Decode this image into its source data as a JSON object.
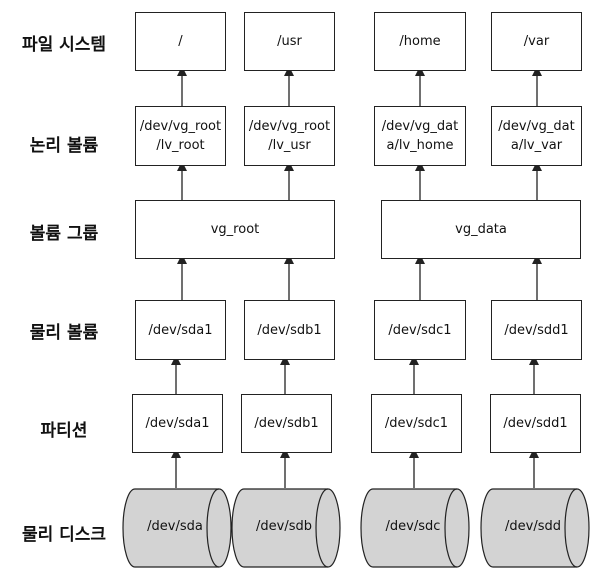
{
  "rows": {
    "filesystem": "파일 시스템",
    "logical_volume": "논리 볼륨",
    "volume_group": "볼륨 그룹",
    "physical_volume": "물리 볼륨",
    "partition": "파티션",
    "physical_disk": "물리 디스크"
  },
  "filesystems": [
    "/",
    "/usr",
    "/home",
    "/var"
  ],
  "logical_volumes": [
    "/dev/vg_root\n/lv_root",
    "/dev/vg_root\n/lv_usr",
    "/dev/vg_dat\na/lv_home",
    "/dev/vg_dat\na/lv_var"
  ],
  "volume_groups": [
    "vg_root",
    "vg_data"
  ],
  "physical_volumes": [
    "/dev/sda1",
    "/dev/sdb1",
    "/dev/sdc1",
    "/dev/sdd1"
  ],
  "partitions": [
    "/dev/sda1",
    "/dev/sdb1",
    "/dev/sdc1",
    "/dev/sdd1"
  ],
  "disks": [
    "/dev/sda",
    "/dev/sdb",
    "/dev/sdc",
    "/dev/sdd"
  ],
  "colors": {
    "disk_fill": "#d3d3d3",
    "stroke": "#222222"
  }
}
